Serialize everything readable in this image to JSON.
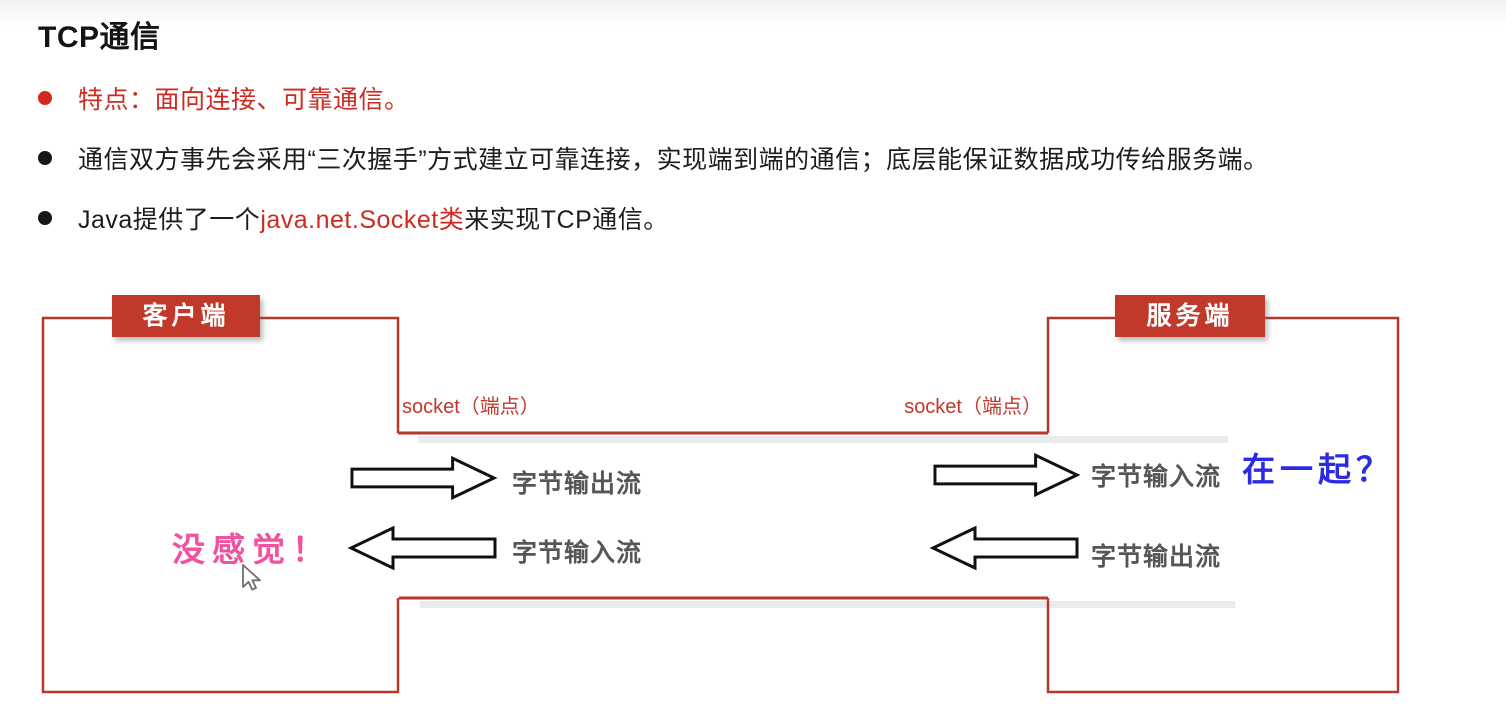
{
  "page": {
    "title": "TCP通信",
    "bullets": [
      {
        "color": "red",
        "text": "特点：面向连接、可靠通信。"
      },
      {
        "color": "black",
        "text": "通信双方事先会采用“三次握手”方式建立可靠连接，实现端到端的通信；底层能保证数据成功传给服务端。"
      },
      {
        "color": "black",
        "prefix": "Java提供了一个",
        "highlight": "java.net.Socket类",
        "suffix": "来实现TCP通信。"
      }
    ]
  },
  "diagram": {
    "client_label": "客户端",
    "server_label": "服务端",
    "socket_left": "socket（端点）",
    "socket_right": "socket（端点）",
    "streams": {
      "client_out": "字节输出流",
      "client_in": "字节输入流",
      "server_in": "字节输入流",
      "server_out": "字节输出流"
    },
    "annotations": {
      "pink": "没感觉！",
      "blue": "在一起？"
    }
  },
  "icons": {
    "cursor": "mouse-pointer-arrow",
    "arrows": [
      "block-arrow-right",
      "block-arrow-right",
      "block-arrow-left",
      "block-arrow-left"
    ]
  },
  "colors": {
    "box_border_red": "#b5382a",
    "label_fill_red": "#c0392b",
    "text_red": "#cf2a21",
    "body_black": "#1d1d1d",
    "stream_gray": "#565656",
    "note_pink": "#f0529f",
    "note_blue": "#2b2be4"
  }
}
